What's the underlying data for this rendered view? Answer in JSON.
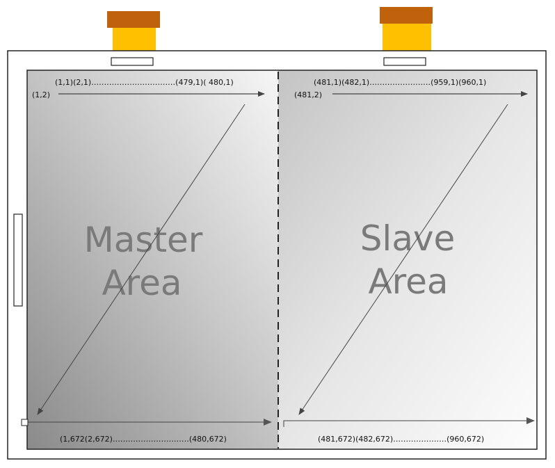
{
  "areas": {
    "master": {
      "line1": "Master",
      "line2": "Area"
    },
    "slave": {
      "line1": "Slave",
      "line2": "Area"
    }
  },
  "master_labels": {
    "top_row": "(1,1)(2,1)……………………………(479,1)( 480,1)",
    "second_row_start": "(1,2)",
    "bottom_row": "(1,672(2,672)…………………………(480,672)"
  },
  "slave_labels": {
    "top_row": "(481,1)(482,1)……………………(959,1)(960,1)",
    "second_row_start": "(481,2)",
    "bottom_row": "(481,672)(482,672)…………………(960,672)"
  },
  "colors": {
    "connector_orange": "#FFC000",
    "connector_brown": "#C0620C",
    "panel_dark": "#8c8c8c",
    "panel_light": "#f8f8f8",
    "label_gray": "#7a7a7a"
  }
}
